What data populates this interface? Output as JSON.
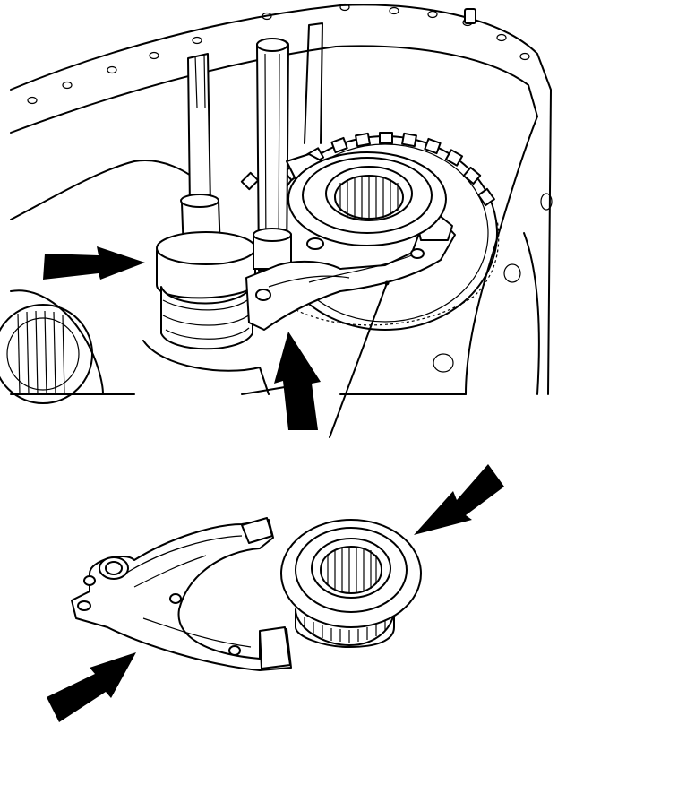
{
  "diagram": {
    "colors": {
      "line": "#000000",
      "background": "#ffffff"
    },
    "parts": [
      "transmission-case",
      "shift-rail-short",
      "shift-rail-long",
      "shift-fork-installed",
      "synchronizer-sleeve-installed",
      "ring-gear",
      "shift-fork-removed",
      "synchronizer-sleeve-removed"
    ],
    "arrows": [
      "arrow-left-upper",
      "arrow-up",
      "arrow-right-lower",
      "arrow-left-lower"
    ]
  }
}
